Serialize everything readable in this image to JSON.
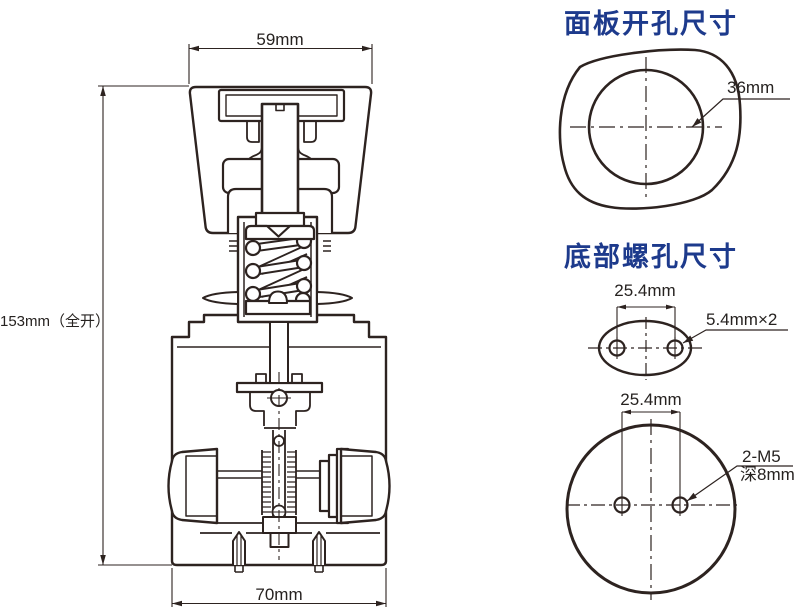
{
  "colors": {
    "line": "#2d2320",
    "accent": "#1d3a8c",
    "dim_text": "#262220"
  },
  "main_view": {
    "description": "pressure regulator cross-section drawing",
    "dim_width_top": "59mm",
    "dim_height": "153mm（全开）",
    "dim_width_bottom": "70mm"
  },
  "panel_cutout": {
    "title": "面板开孔尺寸",
    "diameter_label": "36mm"
  },
  "bottom_thread": {
    "title": "底部螺孔尺寸",
    "slot_view": {
      "spacing_label": "25.4mm",
      "hole_label": "5.4mm×2"
    },
    "round_view": {
      "spacing_label": "25.4mm",
      "thread_label_line1": "2-M5",
      "thread_label_line2": "深8mm"
    }
  }
}
